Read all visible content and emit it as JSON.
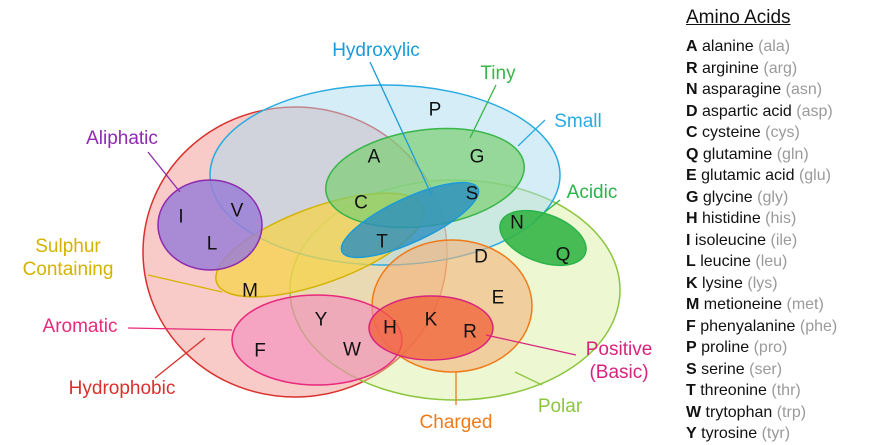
{
  "sets": [
    {
      "id": "hydrophobic",
      "label": "Hydrophobic",
      "color": "#d9302c",
      "fill": "#f4a09a"
    },
    {
      "id": "polar",
      "label": "Polar",
      "color": "#8cc63f",
      "fill": "#d6ee9c"
    },
    {
      "id": "small",
      "label": "Small",
      "color": "#29abe2",
      "fill": "#a9dcef"
    },
    {
      "id": "tiny",
      "label": "Tiny",
      "color": "#39b54a",
      "fill": "#7ccf72"
    },
    {
      "id": "hydroxylic",
      "label": "Hydroxylic",
      "color": "#1b9bd7",
      "fill": "#2b8fc0"
    },
    {
      "id": "aliphatic",
      "label": "Aliphatic",
      "color": "#8e2ab0",
      "fill": "#9b7fd6"
    },
    {
      "id": "acidic",
      "label": "Acidic",
      "color": "#2bb34a",
      "fill": "#35b546"
    },
    {
      "id": "sulphur",
      "label": "Sulphur\nContaining",
      "color": "#d4b300",
      "fill": "#f6d34a"
    },
    {
      "id": "aromatic",
      "label": "Aromatic",
      "color": "#e8297c",
      "fill": "#f28bbd"
    },
    {
      "id": "charged",
      "label": "Charged",
      "color": "#f07a1a",
      "fill": "#f4b27a"
    },
    {
      "id": "positive",
      "label": "Positive\n(Basic)",
      "color": "#d8237e",
      "fill": "#f0603a"
    }
  ],
  "letters": [
    "P",
    "A",
    "G",
    "C",
    "S",
    "T",
    "N",
    "Q",
    "D",
    "E",
    "I",
    "V",
    "L",
    "M",
    "Y",
    "H",
    "K",
    "R",
    "F",
    "W"
  ],
  "legend": {
    "title": "Amino Acids",
    "entries": [
      {
        "code": "A",
        "name": "alanine",
        "abbr": "(ala)"
      },
      {
        "code": "R",
        "name": "arginine",
        "abbr": "(arg)"
      },
      {
        "code": "N",
        "name": "asparagine",
        "abbr": "(asn)"
      },
      {
        "code": "D",
        "name": "aspartic acid",
        "abbr": "(asp)"
      },
      {
        "code": "C",
        "name": "cysteine",
        "abbr": "(cys)"
      },
      {
        "code": "Q",
        "name": "glutamine",
        "abbr": "(gln)"
      },
      {
        "code": "E",
        "name": "glutamic acid",
        "abbr": "(glu)"
      },
      {
        "code": "G",
        "name": "glycine",
        "abbr": "(gly)"
      },
      {
        "code": "H",
        "name": "histidine",
        "abbr": "(his)"
      },
      {
        "code": "I",
        "name": "isoleucine",
        "abbr": "(ile)"
      },
      {
        "code": "L",
        "name": "leucine",
        "abbr": "(leu)"
      },
      {
        "code": "K",
        "name": "lysine",
        "abbr": "(lys)"
      },
      {
        "code": "M",
        "name": "metioneine",
        "abbr": "(met)"
      },
      {
        "code": "F",
        "name": "phenyalanine",
        "abbr": "(phe)"
      },
      {
        "code": "P",
        "name": "proline",
        "abbr": "(pro)"
      },
      {
        "code": "S",
        "name": "serine",
        "abbr": "(ser)"
      },
      {
        "code": "T",
        "name": "threonine",
        "abbr": "(thr)"
      },
      {
        "code": "W",
        "name": "trytophan",
        "abbr": "(trp)"
      },
      {
        "code": "Y",
        "name": "tyrosine",
        "abbr": "(tyr)"
      }
    ]
  }
}
